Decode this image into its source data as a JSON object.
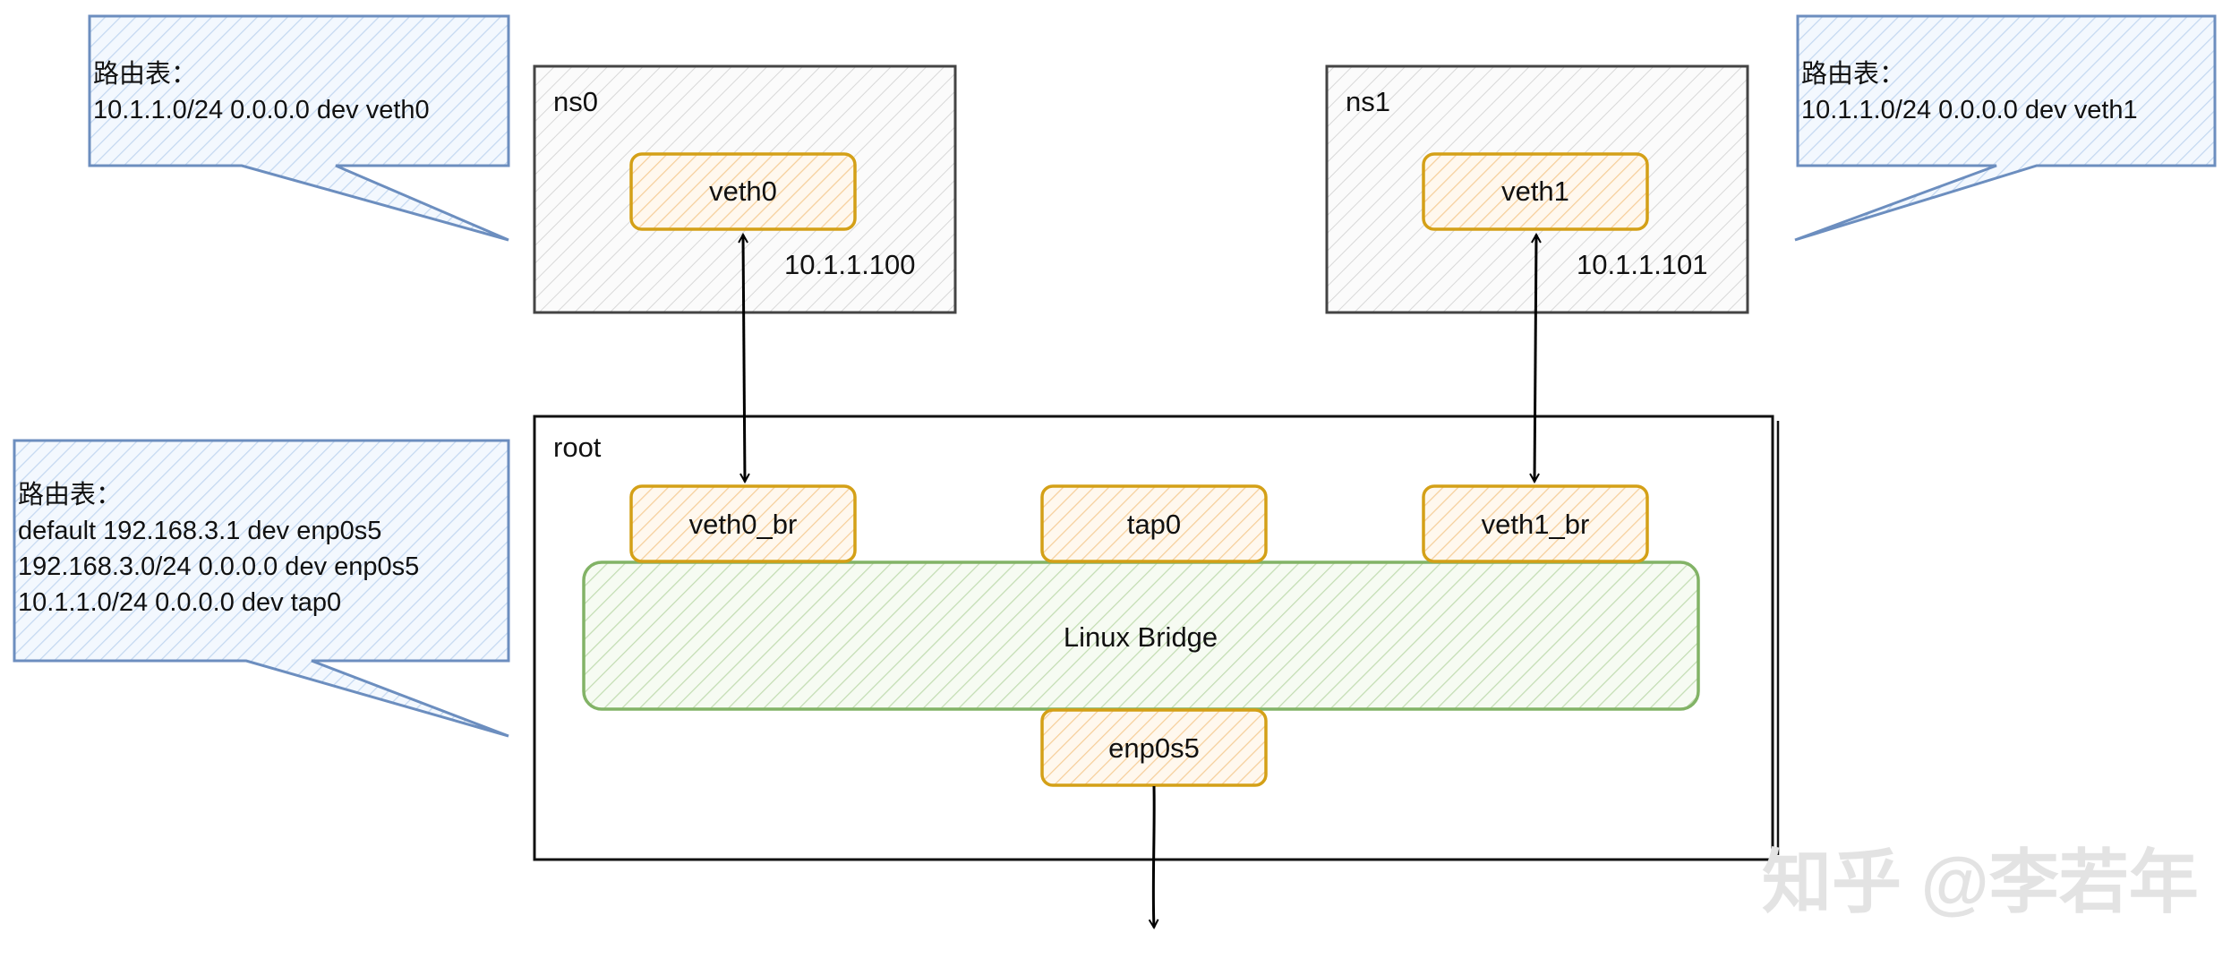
{
  "namespaces": {
    "ns0": {
      "label": "ns0",
      "device": "veth0",
      "ip": "10.1.1.100",
      "route_table": {
        "title": "路由表：",
        "routes": [
          "10.1.1.0/24 0.0.0.0 dev veth0"
        ]
      }
    },
    "ns1": {
      "label": "ns1",
      "device": "veth1",
      "ip": "10.1.1.101",
      "route_table": {
        "title": "路由表：",
        "routes": [
          "10.1.1.0/24 0.0.0.0 dev veth1"
        ]
      }
    },
    "root": {
      "label": "root",
      "devices": [
        "veth0_br",
        "tap0",
        "veth1_br"
      ],
      "bridge": "Linux Bridge",
      "uplink": "enp0s5",
      "route_table": {
        "title": "路由表：",
        "routes": [
          "default 192.168.3.1 dev enp0s5",
          "192.168.3.0/24 0.0.0.0 dev enp0s5",
          "10.1.1.0/24 0.0.0.0 dev tap0"
        ]
      }
    }
  },
  "colors": {
    "namespace_stroke": "#444444",
    "namespace_fill": "#f2f2f2",
    "device_stroke": "#d4a017",
    "device_fill": "#fbe3c4",
    "bridge_stroke": "#82b366",
    "bridge_fill": "#d5e8d4",
    "note_stroke": "#6c8ebf",
    "note_fill": "#dae8fc"
  },
  "watermark": "知乎 @李若年"
}
